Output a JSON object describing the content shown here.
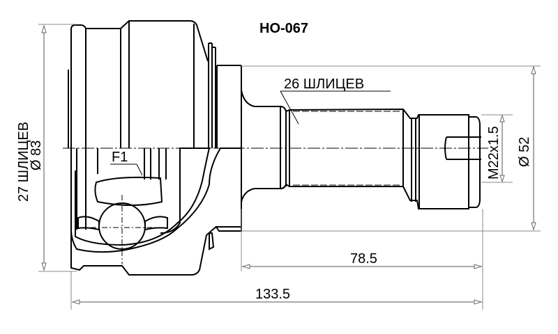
{
  "drawing": {
    "part_number": "HO-067",
    "subject": "CV joint (outer) technical drawing",
    "labels": {
      "outer_splines": "27 ШЛИЦЕВ",
      "outer_diameter": "Ø 83",
      "shaft_splines": "26 ШЛИЦЕВ",
      "thread": "M22x1.5",
      "shaft_diameter": "Ø 52",
      "section_mark": "F1"
    },
    "dimensions": {
      "shaft_length": "78.5",
      "total_length": "133.5"
    },
    "colors": {
      "line": "#000000",
      "dimension": "#555555",
      "background": "#ffffff"
    }
  }
}
